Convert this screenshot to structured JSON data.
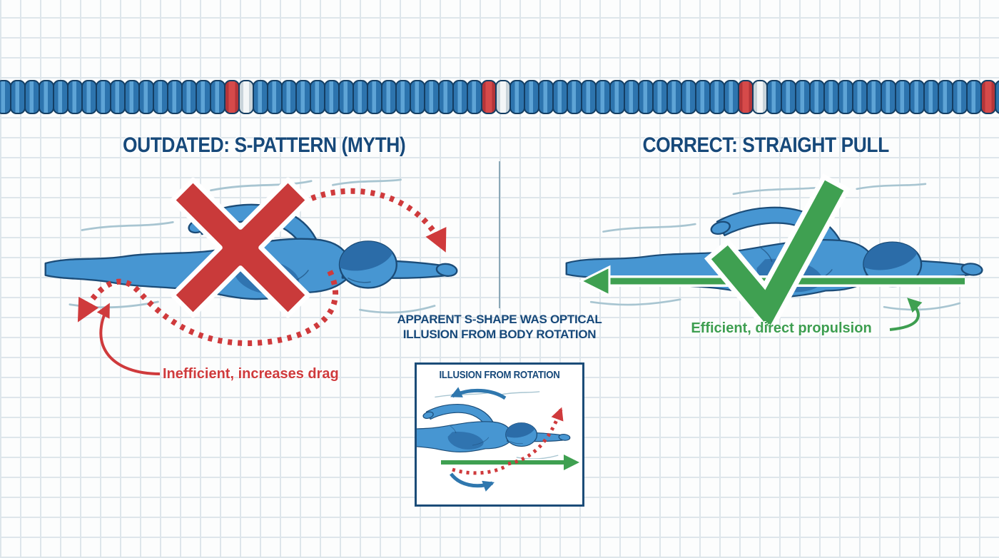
{
  "lane_rope": {
    "segments": 71,
    "red_indices": [
      16,
      34,
      52,
      69
    ],
    "white_indices": [
      17,
      35,
      53
    ],
    "colors": {
      "blue": "#2d74ae",
      "stripe": "#5ea4d6",
      "red": "#d64a4a",
      "white": "#f3f6f7",
      "outline": "#143e63"
    }
  },
  "left_panel": {
    "title": "OUTDATED: S-PATTERN (MYTH)",
    "annotation": "Inefficient, increases drag",
    "annotation_color": "#cf3a3c",
    "mark": "x-mark",
    "mark_color": "#c93a3a",
    "pull_path_style": "dotted-s-curve"
  },
  "right_panel": {
    "title": "CORRECT: STRAIGHT PULL",
    "annotation": "Efficient, direct propulsion",
    "annotation_color": "#3d9e50",
    "mark": "check-mark",
    "mark_color": "#3fa051",
    "pull_path_style": "straight-arrow"
  },
  "center": {
    "caption_line1": "APPARENT S-SHAPE WAS OPTICAL",
    "caption_line2": "ILLUSION FROM BODY ROTATION",
    "inset_title": "ILLUSION FROM ROTATION"
  },
  "colors": {
    "title_navy": "#17497a",
    "outline_navy": "#1b4c78",
    "swimmer_blue": "#4796d2",
    "swimmer_shade": "#2b6ca8",
    "water_swirl": "#a8c5d1",
    "grid_line": "#dee6eb",
    "paper": "#fcfdfd",
    "divider": "#6b8fa3"
  }
}
